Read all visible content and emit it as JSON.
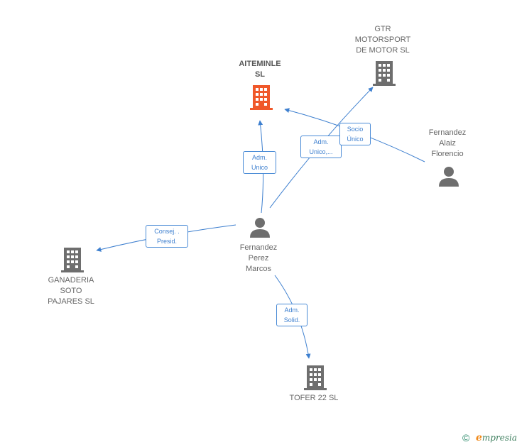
{
  "colors": {
    "edge": "#3d7fcf",
    "building_default": "#6e6e6e",
    "building_highlight": "#f0582a",
    "person": "#6e6e6e"
  },
  "nodes": {
    "aiteminle": {
      "label": "AITEMINLE\nSL",
      "icon": "building-icon"
    },
    "gtr": {
      "label": "GTR\nMOTORSPORT\nDE MOTOR  SL",
      "icon": "building-icon"
    },
    "fernandez_alaiz": {
      "label": "Fernandez\nAlaiz\nFlorencio",
      "icon": "person-icon"
    },
    "fernandez_perez": {
      "label": "Fernandez\nPerez\nMarcos",
      "icon": "person-icon"
    },
    "ganaderia": {
      "label": "GANADERIA\nSOTO\nPAJARES  SL",
      "icon": "building-icon"
    },
    "tofer": {
      "label": "TOFER 22  SL",
      "icon": "building-icon"
    }
  },
  "edges": {
    "adm_unico": "Adm.\nUnico",
    "adm_unico_gtr": "Adm.\nUnico,...",
    "socio_unico": "Socio\nÚnico",
    "consej_presid": "Consej. .\nPresid.",
    "adm_solid": "Adm.\nSolid."
  },
  "footer": {
    "copyright": "©",
    "brand_initial": "e",
    "brand_rest": "mpresia"
  }
}
